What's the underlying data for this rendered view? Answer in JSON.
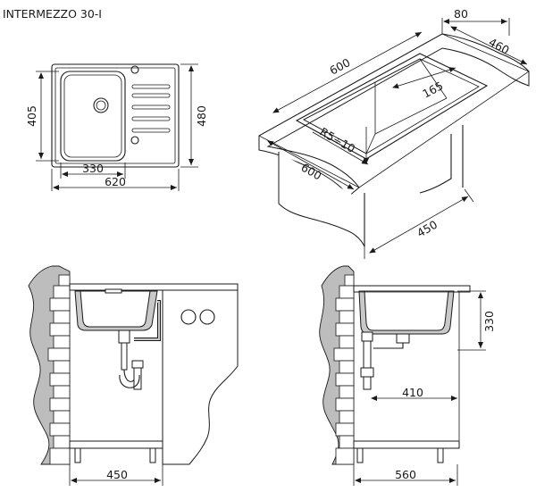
{
  "title": "INTERMEZZO 30-I",
  "top_view": {
    "dim_height_bowl": "405",
    "dim_height_total": "480",
    "dim_width_bowl": "330",
    "dim_width_total": "620"
  },
  "iso_view": {
    "dim_depth": "80",
    "dim_width_top": "460",
    "dim_length_top": "600",
    "dim_drainer": "165",
    "dim_radius": "R5÷10",
    "dim_front": "600",
    "dim_cabinet": "450"
  },
  "front_section": {
    "dim_cabinet_width": "450"
  },
  "side_section": {
    "dim_bowl_depth": "330",
    "dim_siphon": "410",
    "dim_cabinet_depth": "560"
  }
}
